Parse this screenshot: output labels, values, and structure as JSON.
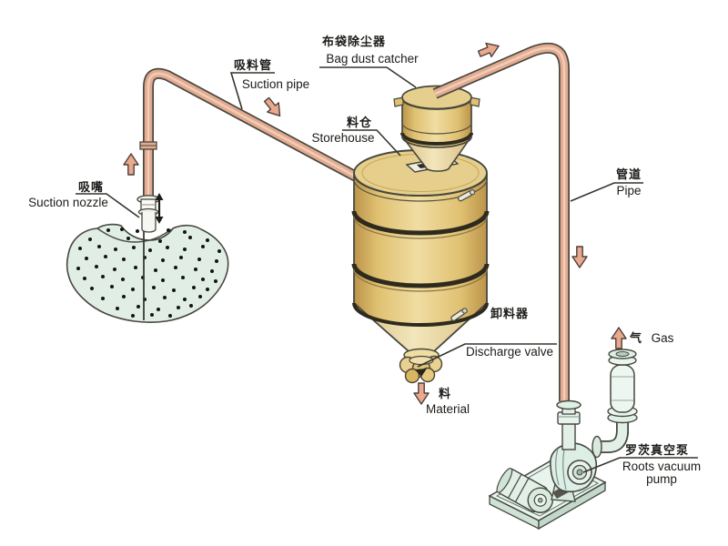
{
  "diagram": {
    "kind": "vacuum-pneumatic-conveying-system",
    "language": "zh-en"
  },
  "labels": {
    "suction_nozzle": {
      "cn": "吸嘴",
      "en": "Suction nozzle"
    },
    "suction_pipe": {
      "cn": "吸料管",
      "en": "Suction pipe"
    },
    "bag_dust_catcher": {
      "cn": "布袋除尘器",
      "en": "Bag dust catcher"
    },
    "storehouse": {
      "cn": "料仓",
      "en": "Storehouse"
    },
    "discharge_valve": {
      "cn": "卸料器",
      "en": "Discharge valve"
    },
    "material": {
      "cn": "料",
      "en": "Material"
    },
    "pipe": {
      "cn": "管道",
      "en": "Pipe"
    },
    "gas": {
      "cn": "气",
      "en": "Gas"
    },
    "roots_vacuum_pump": {
      "cn": "罗茨真空泵",
      "en_line1": "Roots vacuum",
      "en_line2": "pump"
    }
  },
  "colors": {
    "background": "#ffffff",
    "pipe": "#e2aa90",
    "pipe_highlight": "#f1ccb6",
    "outline": "#47473f",
    "gold_light": "#f0dda2",
    "gold_mid": "#e0c172",
    "gold_dark": "#bb944a",
    "cream": "#f3e6bc",
    "band": "#2e2b1e",
    "mint": "#e2f0e8",
    "mint_light": "#edf6f0",
    "mint_dark": "#c6dccd",
    "pile": "#e0eee6",
    "arrow": "#eaa88e",
    "text": "#1b1b18",
    "leader": "#35352e"
  }
}
